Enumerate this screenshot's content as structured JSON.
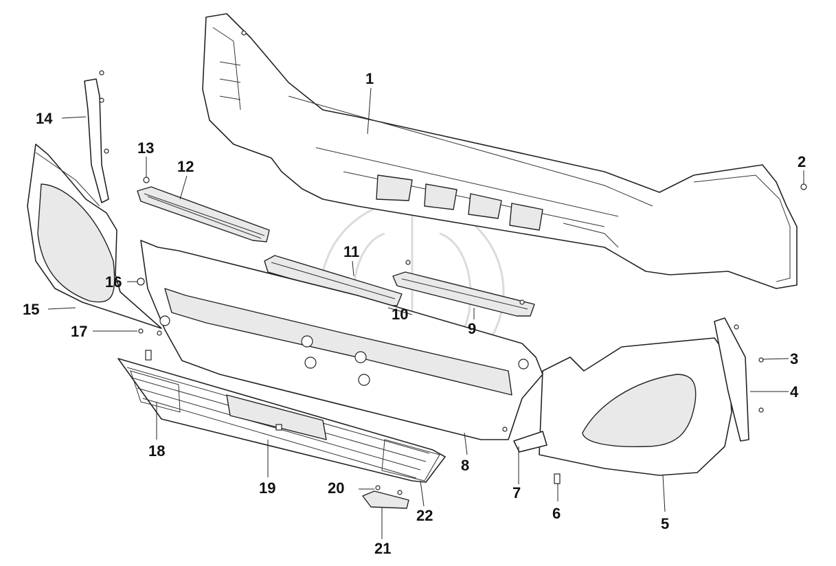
{
  "callouts": [
    {
      "label": "1"
    },
    {
      "label": "2"
    },
    {
      "label": "3"
    },
    {
      "label": "4"
    },
    {
      "label": "5"
    },
    {
      "label": "6"
    },
    {
      "label": "7"
    },
    {
      "label": "8"
    },
    {
      "label": "9"
    },
    {
      "label": "10"
    },
    {
      "label": "11"
    },
    {
      "label": "12"
    },
    {
      "label": "13"
    },
    {
      "label": "14"
    },
    {
      "label": "15"
    },
    {
      "label": "16"
    },
    {
      "label": "17"
    },
    {
      "label": "18"
    },
    {
      "label": "19"
    },
    {
      "label": "20"
    },
    {
      "label": "21"
    },
    {
      "label": "22"
    }
  ]
}
